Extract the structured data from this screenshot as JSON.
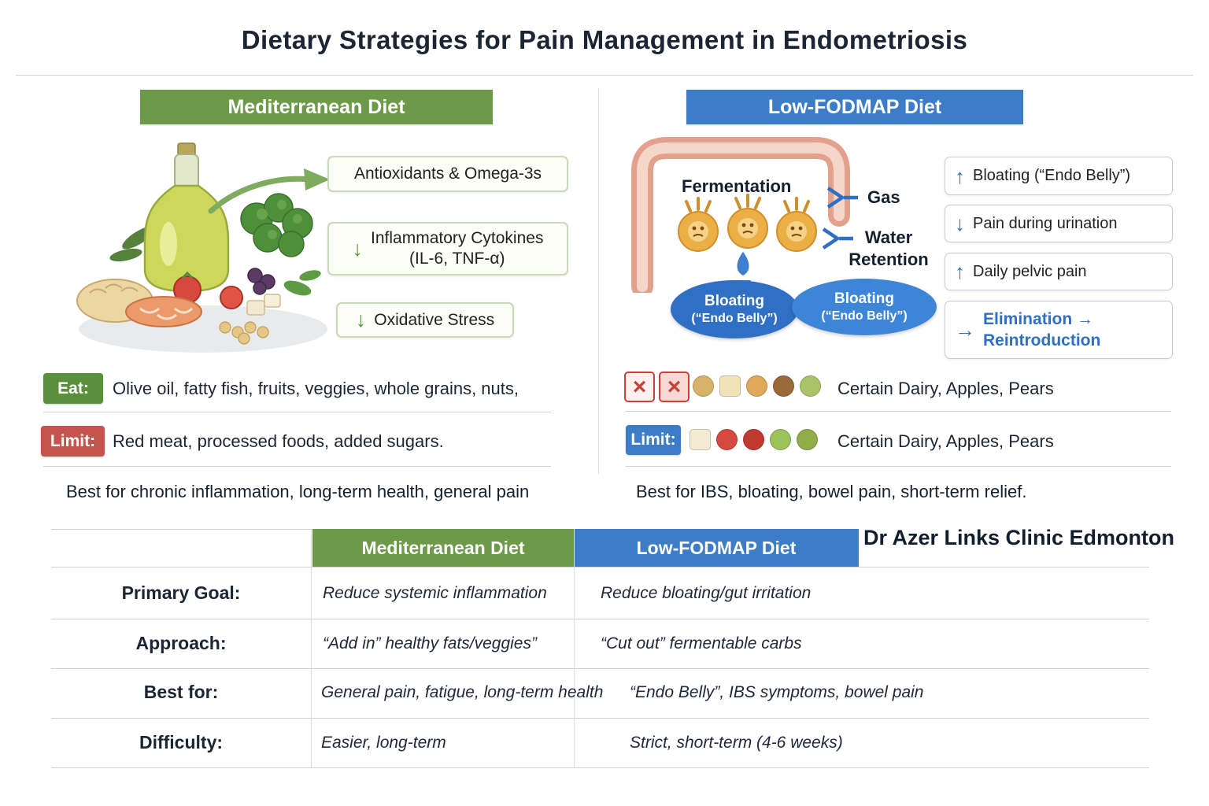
{
  "title": "Dietary Strategies for Pain Management in Endometriosis",
  "mediterranean": {
    "header": "Mediterranean Diet",
    "boxes": {
      "antioxidants": "Antioxidants & Omega-3s",
      "cytokines_arrow": "↓",
      "cytokines_line1": "Inflammatory Cytokines",
      "cytokines_line2": "(IL-6, TNF-α)",
      "oxidative_arrow": "↓",
      "oxidative": "Oxidative Stress"
    },
    "eat_label": "Eat:",
    "eat_text": "Olive oil, fatty fish, fruits, veggies, whole grains, nuts,",
    "limit_label": "Limit:",
    "limit_text": "Red meat, processed foods, added sugars.",
    "best_for": "Best for chronic inflammation, long-term health, general pain"
  },
  "fodmap": {
    "header": "Low-FODMAP Diet",
    "fermentation": "Fermentation",
    "gas": "Gas",
    "water_retention": "Water Retention",
    "oval1_line1": "Bloating",
    "oval1_line2": "(“Endo Belly”)",
    "oval2_line1": "Bloating",
    "oval2_line2": "(“Endo Belly”)",
    "symptoms": [
      {
        "arrow": "↑",
        "text": "Bloating (“Endo Belly”)"
      },
      {
        "arrow": "↓",
        "text": "Pain during urination"
      },
      {
        "arrow": "↑",
        "text": "Daily pelvic pain"
      },
      {
        "arrow": "→",
        "line1": "Elimination →",
        "line2": "Reintroduction"
      }
    ],
    "avoid_text": "Certain Dairy, Apples, Pears",
    "limit_label": "Limit:",
    "limit_text": "Certain Dairy, Apples, Pears",
    "best_for": "Best for IBS, bloating, bowel pain, short-term relief."
  },
  "clinic": "Dr Azer Links Clinic Edmonton",
  "table": {
    "header_med": "Mediterranean Diet",
    "header_fodmap": "Low-FODMAP Diet",
    "rows": [
      {
        "label": "Primary Goal:",
        "med": "Reduce systemic inflammation",
        "fodmap": "Reduce bloating/gut irritation"
      },
      {
        "label": "Approach:",
        "med": "“Add in” healthy fats/veggies”",
        "fodmap": "“Cut out” fermentable carbs"
      },
      {
        "label": "Best for:",
        "med": "General pain, fatigue, long-term health",
        "fodmap": "“Endo Belly”, IBS symptoms, bowel pain"
      },
      {
        "label": "Difficulty:",
        "med": "Easier, long-term",
        "fodmap": "Strict, short-term (4-6 weeks)"
      }
    ]
  }
}
